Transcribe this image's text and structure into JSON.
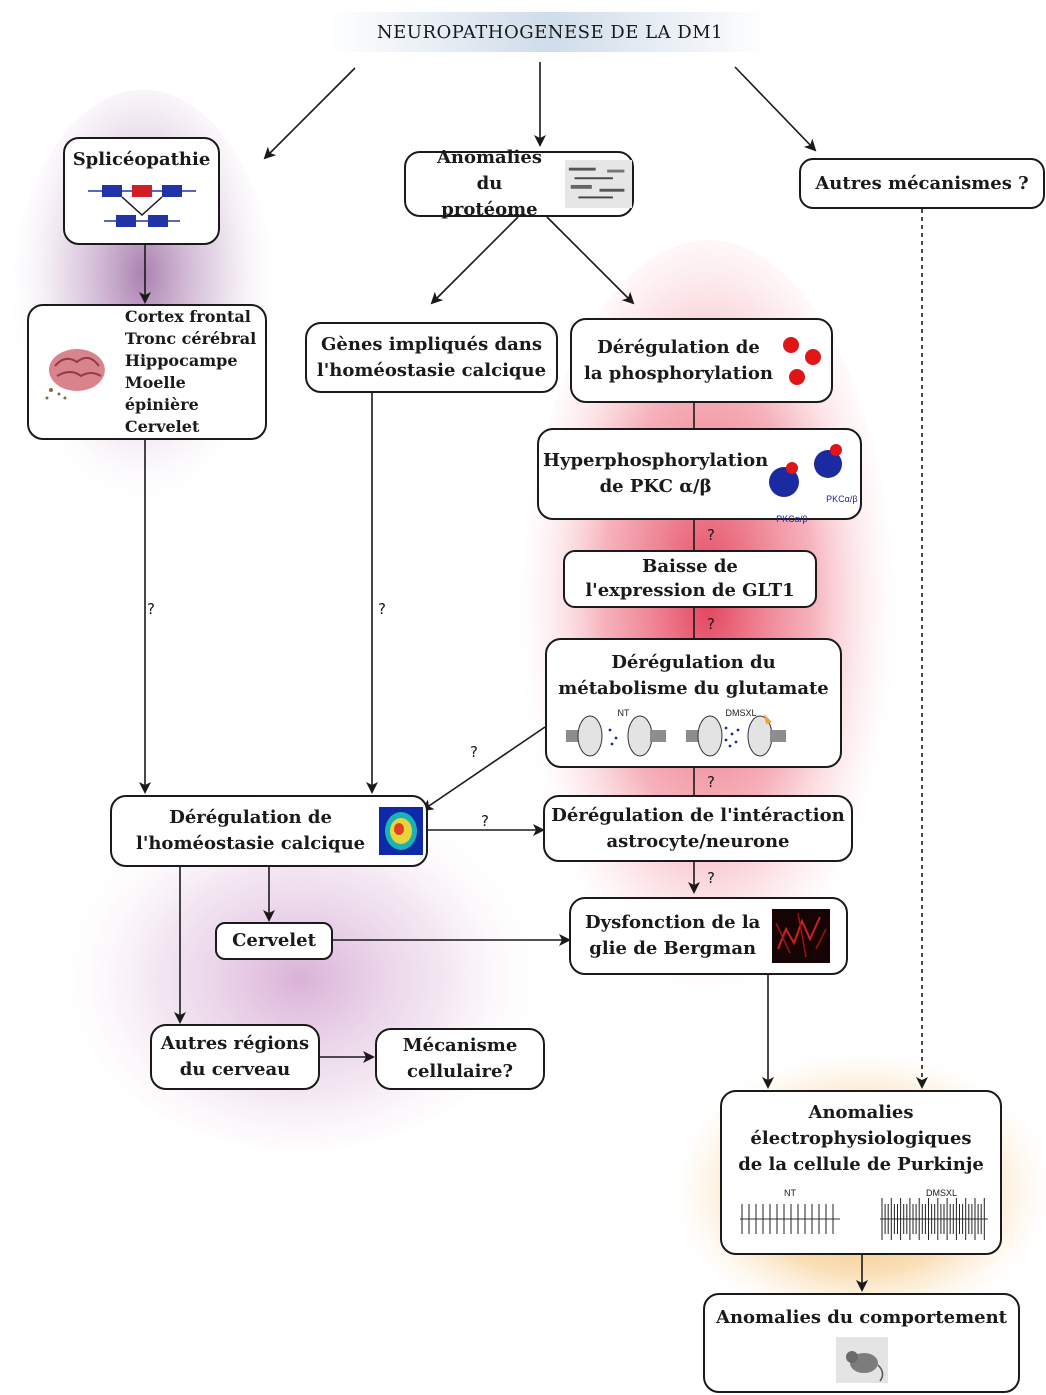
{
  "title": "NEUROPATHOGENESE DE LA DM1",
  "boxes": {
    "spliceopathie": "Splicéopathie",
    "anomalies_proteome": [
      "Anomalies",
      "du protéome"
    ],
    "autres_mecanismes": "Autres mécanismes ?",
    "brain_regions": [
      "Cortex frontal",
      "Tronc cérébral",
      "Hippocampe",
      "Moelle épinière",
      "Cervelet"
    ],
    "genes_calcique": [
      "Gènes impliqués dans",
      "l'homéostasie calcique"
    ],
    "dereg_phospho": [
      "Dérégulation de",
      "la phosphorylation"
    ],
    "hyperphospho": [
      "Hyperphosphorylation",
      "de PKC α/β"
    ],
    "pkc_label_1": "PKCα/β",
    "pkc_label_2": "PKCα/β",
    "baisse_glt1": [
      "Baisse de",
      "l'expression de GLT1"
    ],
    "dereg_glutamate": [
      "Dérégulation du",
      "métabolisme du glutamate"
    ],
    "glutamate_nt": "NT",
    "glutamate_dmsxl": "DMSXL",
    "dereg_homeostasie": [
      "Dérégulation de",
      "l'homéostasie calcique"
    ],
    "dereg_interaction": [
      "Dérégulation de l'intéraction",
      "astrocyte/neurone"
    ],
    "cervelet": "Cervelet",
    "dysfonction_glie": [
      "Dysfonction de la",
      "glie de Bergman"
    ],
    "autres_regions": [
      "Autres régions",
      "du cerveau"
    ],
    "mecanisme_cellulaire": [
      "Mécanisme",
      "cellulaire?"
    ],
    "anomalies_electro": [
      "Anomalies",
      "électrophysiologiques",
      "de la cellule de Purkinje"
    ],
    "electro_nt": "NT",
    "electro_dmsxl": "DMSXL",
    "anomalies_comportement": "Anomalies du comportement"
  },
  "question_marks": {
    "left": "?",
    "middle": "?",
    "glut_to_homeo": "?",
    "homeo_to_interaction": "?",
    "hyper_to_baisse": "?",
    "baisse_to_glut": "?",
    "glut_to_interaction": "?",
    "interaction_to_dysfonction": "?"
  },
  "colors": {
    "purple_glow": "#b990bd",
    "red_glow": "#e6475f",
    "orange_glow": "#f0a13c",
    "exon_blue": "#2233a8",
    "exon_red": "#d11d24",
    "phospho_red": "#e01515",
    "pkc_blue": "#1b2aa0"
  }
}
